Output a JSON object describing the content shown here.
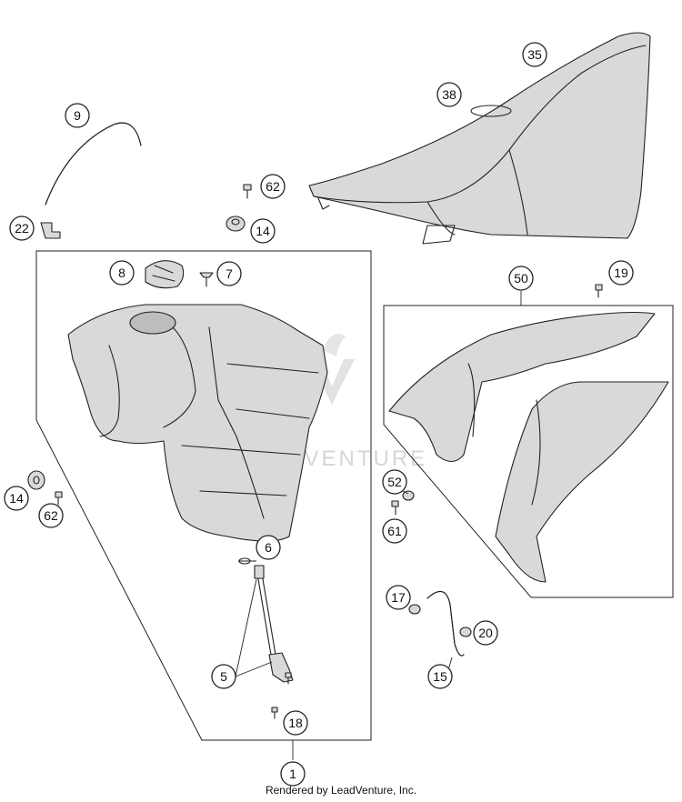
{
  "watermark": {
    "text": "LEADVENTURE"
  },
  "footer": {
    "text": "Rendered by LeadVenture, Inc."
  },
  "callouts": {
    "c1": "1",
    "c5": "5",
    "c6": "6",
    "c7": "7",
    "c8": "8",
    "c9": "9",
    "c14a": "14",
    "c14b": "14",
    "c15": "15",
    "c17": "17",
    "c18": "18",
    "c19": "19",
    "c20": "20",
    "c22": "22",
    "c35": "35",
    "c38": "38",
    "c50": "50",
    "c52": "52",
    "c61": "61",
    "c62a": "62",
    "c62b": "62"
  }
}
